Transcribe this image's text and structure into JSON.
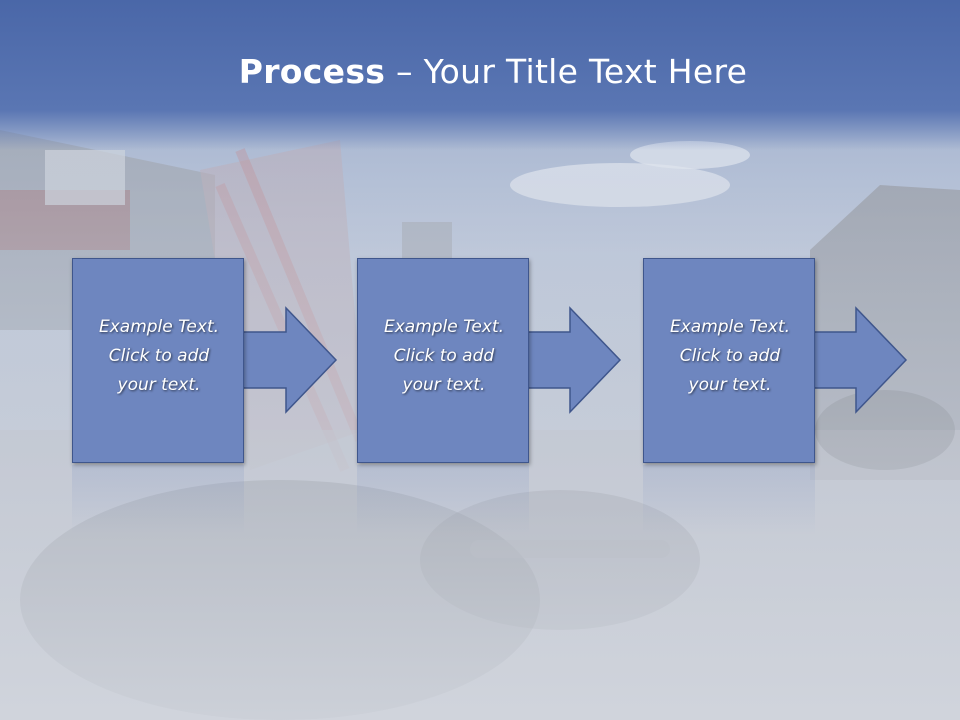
{
  "title": {
    "bold": "Process",
    "rest": " – Your Title Text Here"
  },
  "steps": [
    {
      "line1": "Example Text.",
      "line2": "Click  to add",
      "line3": "your text."
    },
    {
      "line1": "Example Text.",
      "line2": "Click  to add",
      "line3": "your text."
    },
    {
      "line1": "Example Text.",
      "line2": "Click  to add",
      "line3": "your text."
    }
  ],
  "colors": {
    "title_band": "#4a67a8",
    "box_fill": "#6e86bf",
    "box_border": "#3f568c",
    "text": "#ffffff"
  },
  "background_image": "street-motorcycles-flag-photo"
}
